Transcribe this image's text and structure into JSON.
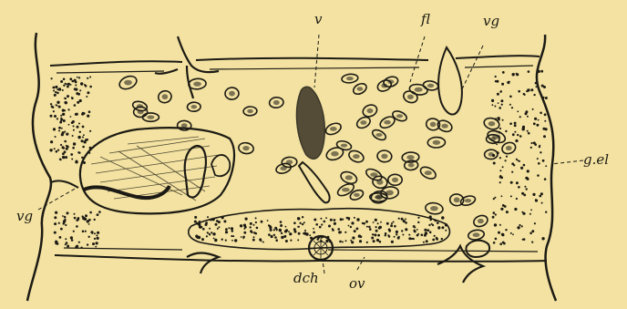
{
  "figure": {
    "labels": {
      "v": "v",
      "fl": "fl",
      "vg_top": "vg",
      "gel": "g.el",
      "vg_left": "vg",
      "dch": "dch",
      "ov": "ov"
    }
  },
  "colors": {
    "paper": "#f3e2a1",
    "ink": "#1c1a14"
  }
}
